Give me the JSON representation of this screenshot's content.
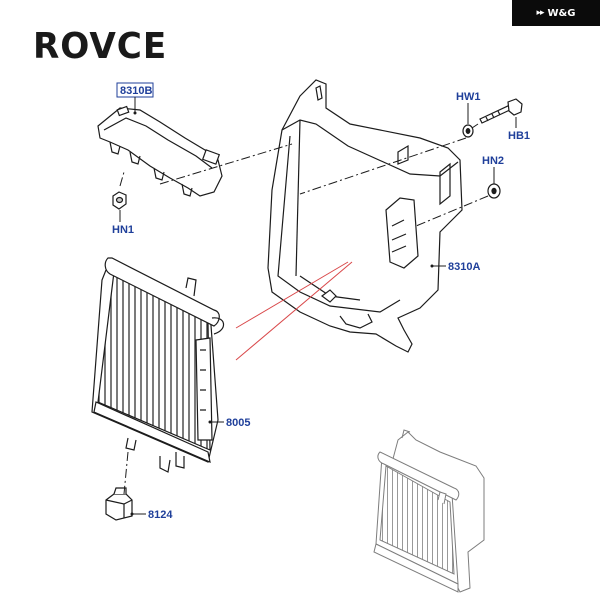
{
  "brand": {
    "badge_text": "W&G",
    "badge_mark": "▸▸",
    "logo_text": "ROVCE"
  },
  "colors": {
    "callout": "#1f3f9a",
    "line": "#1c1c1c",
    "accent_line": "#d9484a"
  },
  "callouts": {
    "bracket": "8310B",
    "nut_left": "HN1",
    "washer": "HW1",
    "bolt": "HB1",
    "nut_right": "HN2",
    "shroud": "8310A",
    "radiator": "8005",
    "mount": "8124"
  }
}
